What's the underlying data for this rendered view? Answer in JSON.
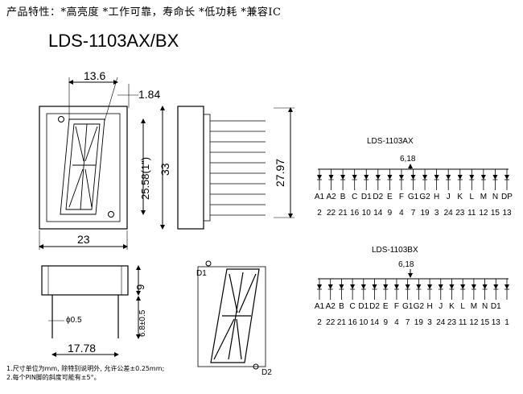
{
  "header": {
    "features": "产品特性：*高亮度 *工作可靠，寿命长 *低功耗 *兼容IC",
    "model": "LDS-1103AX/BX"
  },
  "front_view": {
    "width_digit": "13.6",
    "offset": "1.84",
    "digit_height": "25.58(1\")",
    "body_height": "33",
    "body_width": "23"
  },
  "side_view": {
    "total_height": "27.97"
  },
  "bottom_view": {
    "pin_len": "9",
    "pin_dia": "ϕ0.5",
    "pin_pitch": "6.8±0.5",
    "pin_span": "17.78"
  },
  "segment_view": {
    "d1_label": "D1",
    "d2_label": "D2"
  },
  "circuit_ax": {
    "title": "LDS-1103AX",
    "common_pin": "6,18",
    "segments": [
      "A1",
      "A2",
      "B",
      "C",
      "D1",
      "D2",
      "E",
      "F",
      "G1",
      "G2",
      "H",
      "J",
      "K",
      "L",
      "M",
      "N",
      "DP"
    ],
    "pins": [
      "2",
      "22",
      "21",
      "16",
      "10",
      "14",
      "9",
      "4",
      "7",
      "19",
      "3",
      "24",
      "23",
      "11",
      "12",
      "15",
      "13"
    ]
  },
  "circuit_bx": {
    "title": "LDS-1103BX",
    "common_pin": "6,18",
    "segments": [
      "A1",
      "A2",
      "B",
      "C",
      "D1",
      "D2",
      "E",
      "F",
      "G1",
      "G2",
      "H",
      "J",
      "K",
      "L",
      "M",
      "N",
      "D1"
    ],
    "pins": [
      "2",
      "22",
      "21",
      "16",
      "10",
      "14",
      "9",
      "4",
      "7",
      "19",
      "3",
      "24",
      "23",
      "11",
      "12",
      "15",
      "13",
      "1"
    ]
  },
  "notes": [
    "1.尺寸单位为mm, 除特别说明外, 允许公差±0.25mm;",
    "2.每个PIN脚的斜度可能有±5°。"
  ]
}
